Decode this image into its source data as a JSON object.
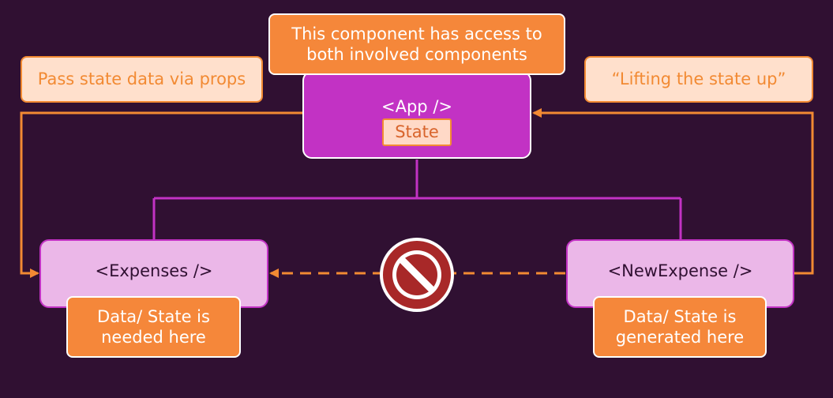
{
  "diagram": {
    "app_label": "<App />",
    "state_label": "State",
    "note_access": "This component has access to both involved components",
    "note_pass": "Pass state data via props",
    "note_lift": "“Lifting the state up”",
    "expenses_label": "<Expenses />",
    "newexpense_label": "<NewExpense />",
    "expenses_note": "Data/ State is needed here",
    "newexpense_note": "Data/ State is generated here",
    "no_direct_icon": "no-entry-icon"
  },
  "colors": {
    "background": "#301032",
    "app_fill": "#c232c4",
    "child_fill": "#ebb7e8",
    "accent_orange": "#f5873a",
    "light_orange": "#ffe0cc",
    "connector_magenta": "#c232c4",
    "no_entry_red": "#a82828"
  }
}
